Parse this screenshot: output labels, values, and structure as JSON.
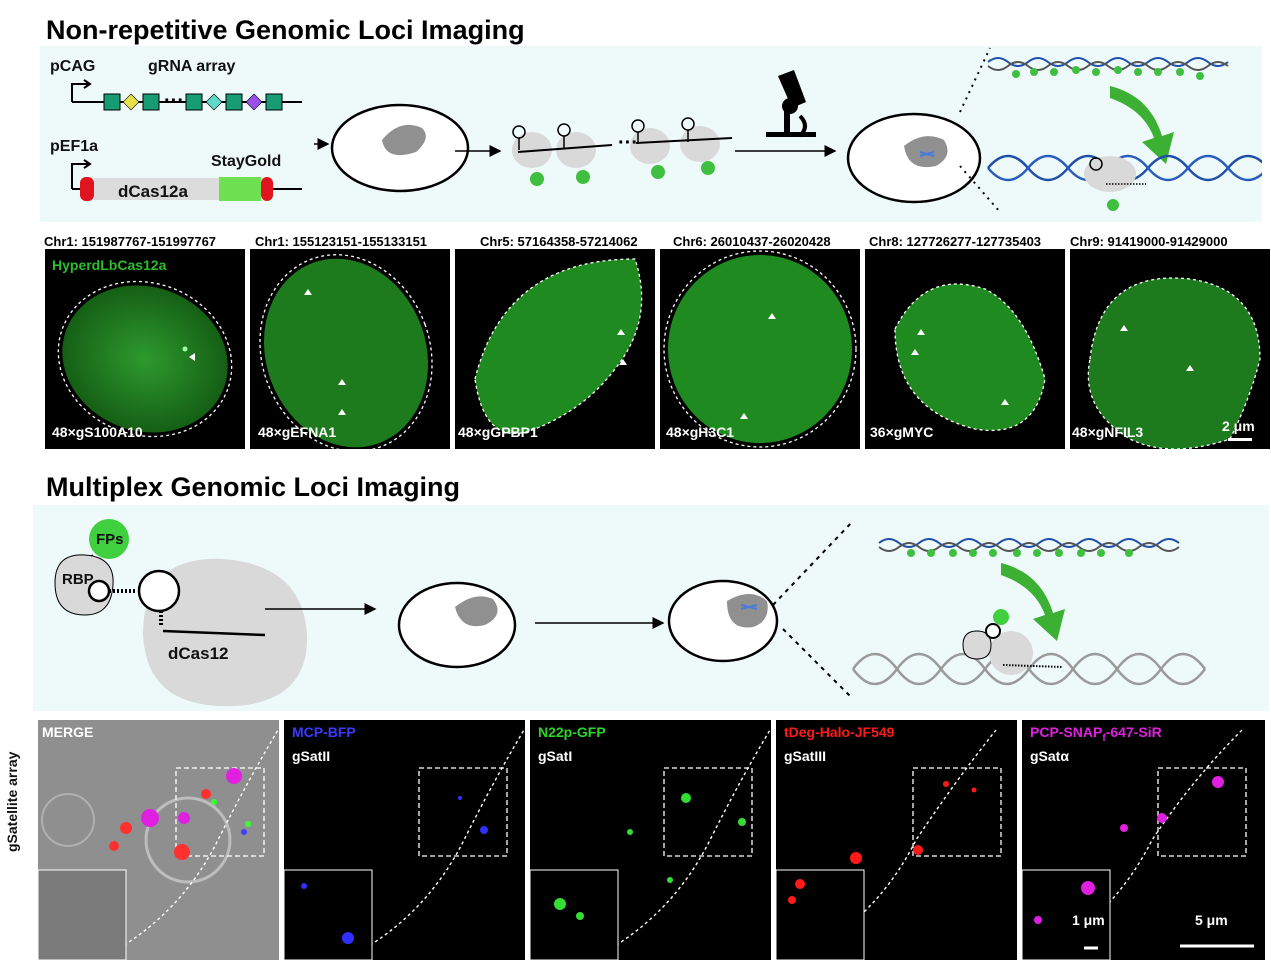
{
  "section_top": {
    "title": "Non-repetitive Genomic Loci Imaging",
    "plasmid1": {
      "promoter": "pCAG",
      "element": "gRNA array"
    },
    "plasmid2": {
      "promoter": "pEF1a",
      "protein": "dCas12a",
      "tag": "StayGold"
    },
    "panels": [
      {
        "coord": "Chr1: 151987767-151997767",
        "guide": "48×gS100A10",
        "channel": "HyperdLbCas12a"
      },
      {
        "coord": "Chr1: 155123151-155133151",
        "guide": "48×gEFNA1"
      },
      {
        "coord": "Chr5: 57164358-57214062",
        "guide": "48×gGPBP1"
      },
      {
        "coord": "Chr6: 26010437-26020428",
        "guide": "48×gH3C1"
      },
      {
        "coord": "Chr8: 127726277-127735403",
        "guide": "36×gMYC"
      },
      {
        "coord": "Chr9: 91419000-91429000",
        "guide": "48×gNFIL3"
      }
    ],
    "scalebar": "2 μm"
  },
  "section_bottom": {
    "title": "Multiplex Genomic Loci Imaging",
    "labels": {
      "fps": "FPs",
      "rbp": "RBP",
      "protein": "dCas12"
    },
    "row_label": "gSatellite array",
    "panels": [
      {
        "channel": "MERGE",
        "guide": ""
      },
      {
        "channel": "MCP-BFP",
        "guide": "gSatII"
      },
      {
        "channel": "N22p-GFP",
        "guide": "gSatI"
      },
      {
        "channel": "tDeg-Halo-JF549",
        "guide": "gSatIII"
      },
      {
        "channel": "PCP-SNAP",
        "channel_suffix": "f",
        "channel_tail": "-647-SiR",
        "guide": "gSatα"
      }
    ],
    "scalebar_inset": "1 μm",
    "scalebar_main": "5 μm"
  },
  "colors": {
    "band": "#eefaf9",
    "green": "#2bbd2b",
    "blue": "#2f2fff",
    "red": "#ff1a1a",
    "magenta": "#e020e0",
    "teal": "#169b73"
  }
}
